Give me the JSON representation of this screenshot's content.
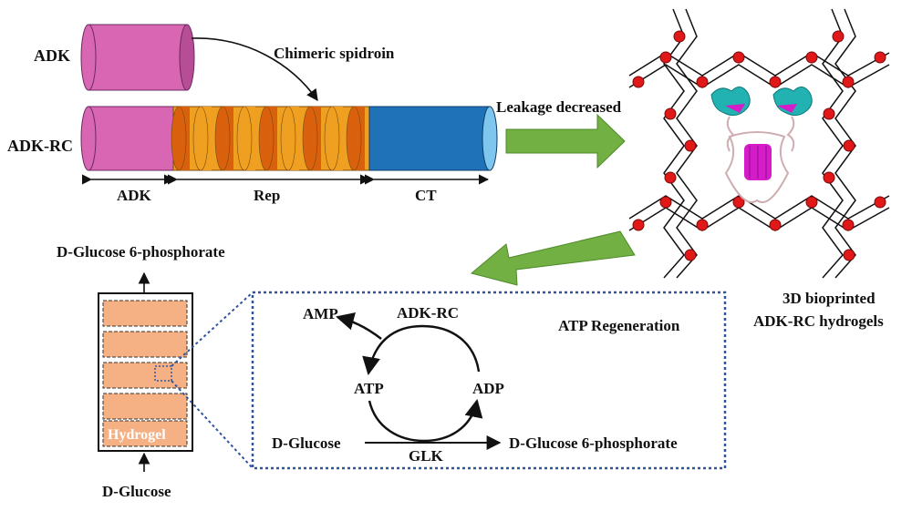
{
  "labels": {
    "adk": "ADK",
    "chimeric": "Chimeric spidroin",
    "adk_rc": "ADK-RC",
    "seg_adk": "ADK",
    "seg_rep": "Rep",
    "seg_ct": "CT",
    "leakage": "Leakage decreased",
    "bioprinted_1": "3D bioprinted",
    "bioprinted_2": "ADK-RC hydrogels",
    "product_top": "D-Glucose 6-phosphorate",
    "hydrogel": "Hydrogel",
    "substrate_bottom": "D-Glucose",
    "atp_regen": "ATP Regeneration",
    "amp": "AMP",
    "enzyme_adk_rc": "ADK-RC",
    "atp": "ATP",
    "adp": "ADP",
    "cycle_glucose": "D-Glucose",
    "cycle_product": "D-Glucose 6-phosphorate",
    "glk": "GLK"
  },
  "colors": {
    "adk_pink": "#d966b3",
    "rep_orange": "#f0a020",
    "rep_dark": "#d9600c",
    "ct_blue": "#1f72b8",
    "ct_cap": "#7fc6ee",
    "arrow_green": "#72b043",
    "bead_red": "#e01818",
    "column_fill": "#f5b084",
    "dotted_blue": "#2f55a0",
    "protein_teal": "#22b2b2",
    "protein_magenta": "#d41cc8"
  }
}
